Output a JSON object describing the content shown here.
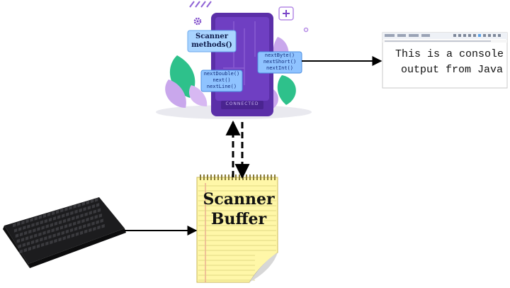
{
  "scanner_methods": {
    "title_line1": "Scanner",
    "title_line2": "methods()",
    "left_group": [
      "nextDouble()",
      "next()",
      "nextLine()"
    ],
    "right_group": [
      "nextByte()",
      "nextShort()",
      "nextInt()"
    ],
    "status": "CONNECTED"
  },
  "console": {
    "line1": "This is a console",
    "line2": "output from Java"
  },
  "buffer": {
    "line1": "Scanner",
    "line2": "Buffer"
  },
  "colors": {
    "phone": "#5b2fa8",
    "phone_screen": "#6f3fc2",
    "leaf_green": "#2ec18b",
    "leaf_purple": "#c9a7ec",
    "label_blue": "#8fc3ff",
    "notepad": "#fff7a8",
    "arrow": "#000000"
  }
}
